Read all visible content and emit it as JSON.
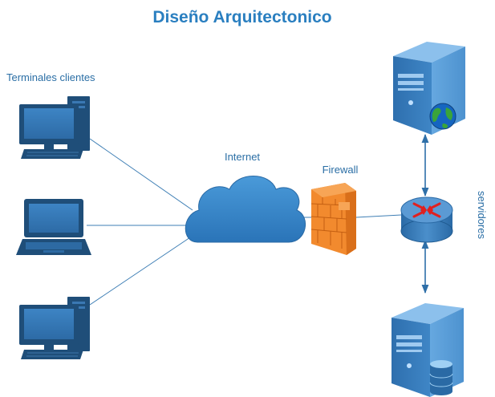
{
  "title": "Diseño Arquitectonico",
  "labels": {
    "clients": "Terminales clientes",
    "internet": "Internet",
    "firewall": "Firewall",
    "servers": "servidores"
  },
  "nodes": [
    {
      "id": "desktop-top",
      "icon": "desktop-computer-icon"
    },
    {
      "id": "laptop",
      "icon": "laptop-icon"
    },
    {
      "id": "desktop-bottom",
      "icon": "desktop-computer-icon"
    },
    {
      "id": "internet",
      "icon": "cloud-icon"
    },
    {
      "id": "firewall",
      "icon": "brick-wall-icon"
    },
    {
      "id": "router",
      "icon": "router-icon"
    },
    {
      "id": "web-server",
      "icon": "server-tower-globe-icon"
    },
    {
      "id": "db-server",
      "icon": "server-tower-database-icon"
    }
  ],
  "colors": {
    "title": "#2a7fc0",
    "label": "#2a6ea5",
    "line": "#3f7fb5",
    "device_dark": "#1f4e79",
    "cloud": "#2f82c7",
    "firewall": "#f28a2e",
    "server_body": "#5fa0d8"
  }
}
